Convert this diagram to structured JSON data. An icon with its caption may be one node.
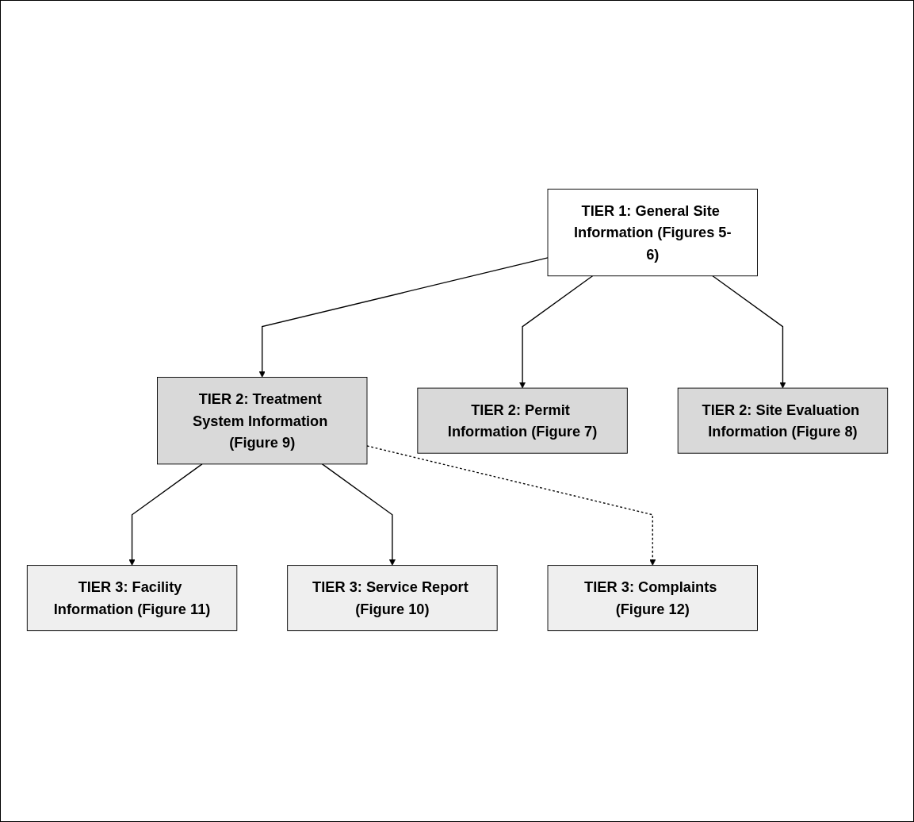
{
  "diagram": {
    "nodes": [
      {
        "text": [
          "TIER 2: Permit Information (Figure 7)"
        ]
      },
      {
        "text": [
          "TIER 1: General Site Information (Figures 5-6)"
        ]
      },
      {
        "text": [
          "TIER 2: Site Evaluation Information (Figure 8)"
        ]
      },
      {
        "text": [
          "TIER 2: Treatment System Information (Figure 9)"
        ]
      },
      {
        "text": [
          "TIER 3: Facility Information (Figure 11)"
        ]
      },
      {
        "text": [
          "TIER 3: Service Report (Figure 10)"
        ]
      },
      {
        "text": [
          "TIER 3: Complaints (Figure 12)"
        ]
      }
    ],
    "edges": [
      {
        "from": 1,
        "to": 0,
        "arrow": "to"
      },
      {
        "from": 1,
        "to": 2,
        "arrow": "to"
      },
      {
        "from": 1,
        "to": 3,
        "arrow": "to"
      },
      {
        "from": 3,
        "to": 4,
        "arrow": "to"
      },
      {
        "from": 3,
        "to": 5,
        "arrow": "to"
      },
      {
        "from": 3,
        "to": 6,
        "arrow": "to",
        "style": "dashed"
      }
    ]
  }
}
